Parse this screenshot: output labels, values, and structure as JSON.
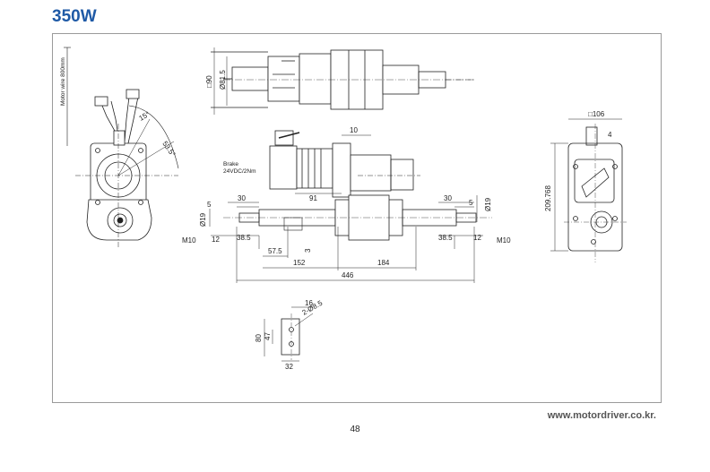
{
  "header": {
    "title": "350W"
  },
  "footer": {
    "url": "www.motordriver.co.kr.",
    "page_number": "48"
  },
  "drawing": {
    "side_view": {
      "wire_label": "Motor wire 800mm",
      "angle_a": "15°",
      "angle_b": "53.5°"
    },
    "top_view": {
      "dim_a": "□90",
      "dim_b": "Ø81.5"
    },
    "front_view": {
      "brake_label_1": "Brake",
      "brake_label_2": "24VDC/2Nm",
      "dim_10": "10",
      "dim_91": "91",
      "dim_30_left": "30",
      "dim_5_left": "5",
      "dim_phi19_left": "Ø19",
      "dim_12_left": "12",
      "dim_38_5_left": "38.5",
      "dim_m10_left": "M10",
      "dim_57_5": "57.5",
      "dim_3": "3",
      "dim_152": "152",
      "dim_184": "184",
      "dim_446": "446",
      "dim_30_right": "30",
      "dim_5_right": "5",
      "dim_phi19_right": "Ø19",
      "dim_38_5_right": "38.5",
      "dim_12_right": "12",
      "dim_m10_right": "M10"
    },
    "end_view": {
      "dim_width": "□106",
      "dim_4": "4",
      "dim_height": "209.768"
    },
    "bracket": {
      "dim_16": "16",
      "dim_hole": "2-Ø8.5",
      "dim_80": "80",
      "dim_47": "47",
      "dim_32": "32"
    }
  }
}
